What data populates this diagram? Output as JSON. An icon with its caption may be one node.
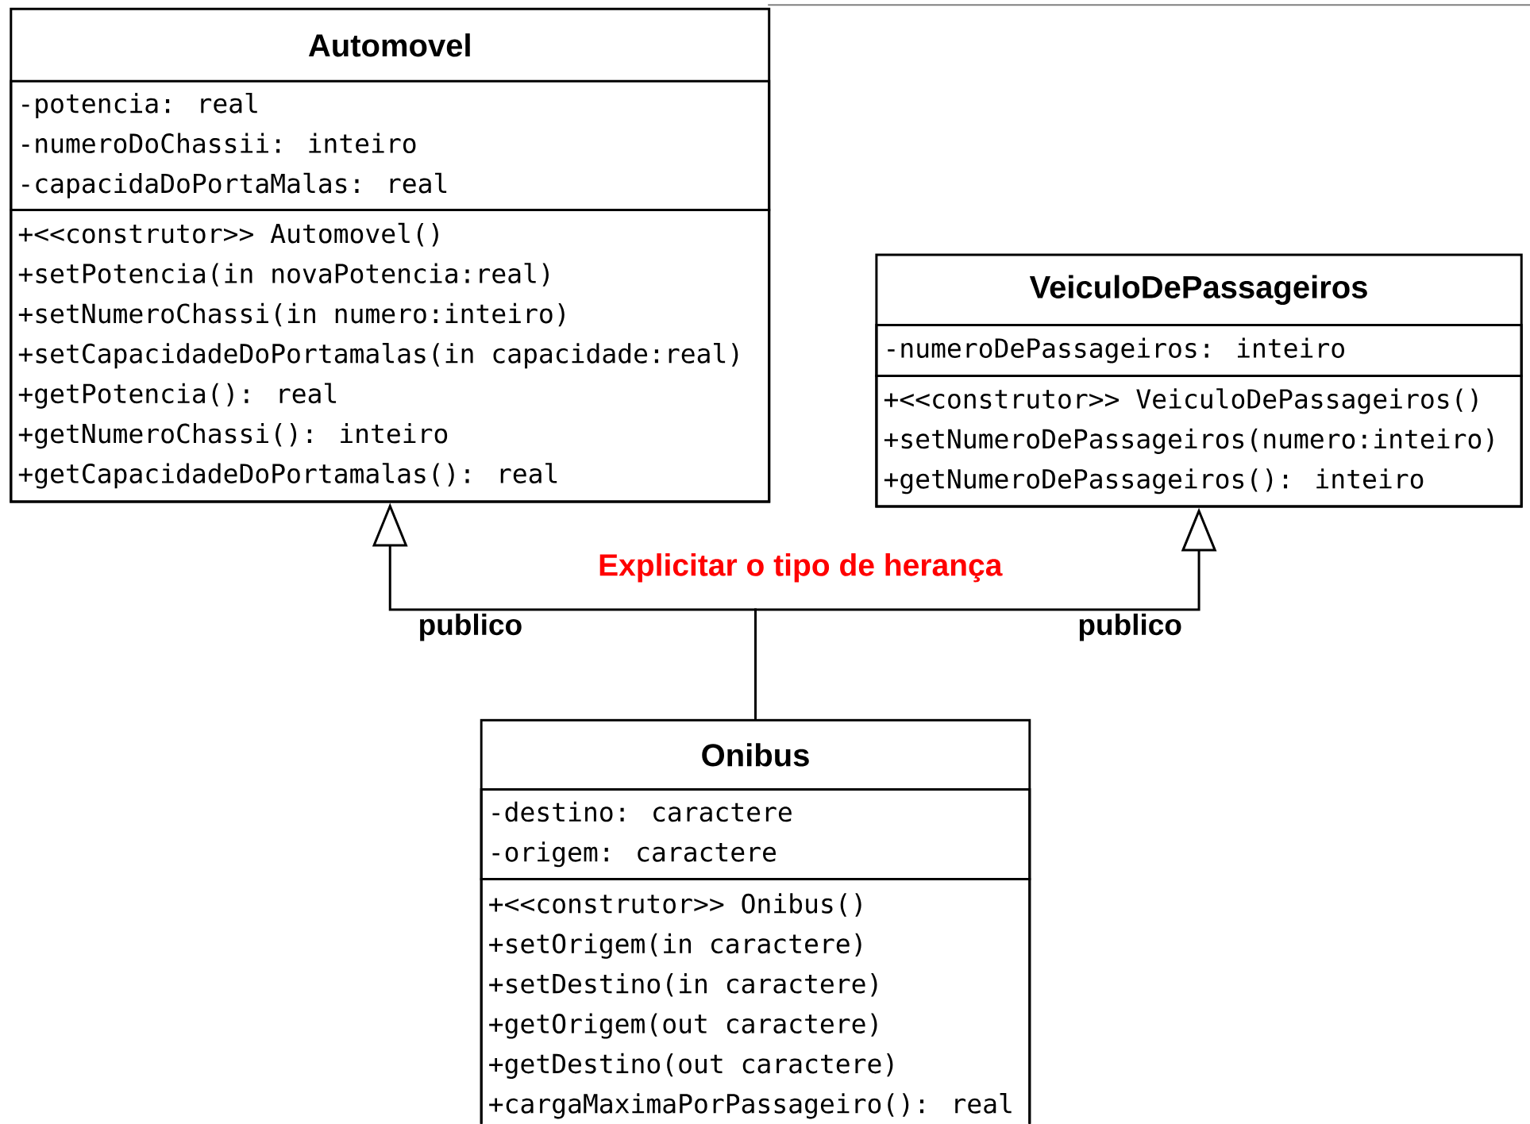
{
  "diagram": {
    "nodes": [
      {
        "text": [
          "Automovel"
        ]
      },
      {
        "text": [
          "-potencia: real",
          "-numeroDoChassii: inteiro",
          "-capacidaDoPortaMalas: real"
        ],
        "in": 0
      },
      {
        "text": [
          "+<<construtor>> Automovel()",
          "+setPotencia(in novaPotencia:real)",
          "+setNumeroChassi(in numero:inteiro)",
          "+setCapacidadeDoPortamalas(in capacidade:real)",
          "+getPotencia(): real",
          "+getNumeroChassi(): inteiro",
          "+getCapacidadeDoPortamalas(): real"
        ],
        "in": 0
      },
      {
        "text": [
          "VeiculoDePassageiros"
        ]
      },
      {
        "text": [
          "-numeroDePassageiros: inteiro"
        ],
        "in": 3
      },
      {
        "text": [
          "+<<construtor>> VeiculoDePassageiros()",
          "+setNumeroDePassageiros(numero:inteiro)",
          "+getNumeroDePassageiros(): inteiro"
        ],
        "in": 3
      },
      {
        "text": [
          "Onibus"
        ]
      },
      {
        "text": [
          "-destino: caractere",
          "-origem: caractere"
        ],
        "in": 6
      },
      {
        "text": [
          "+<<construtor>> Onibus()",
          "+setOrigem(in caractere)",
          "+setDestino(in caractere)",
          "+getOrigem(out caractere)",
          "+getDestino(out caractere)",
          "+cargaMaximaPorPassageiro(): real"
        ],
        "in": 6
      }
    ],
    "edges": [
      {
        "from": 6,
        "to": 0,
        "arrow": "to",
        "label": "publico"
      },
      {
        "from": 6,
        "to": 3,
        "arrow": "to",
        "label": "publico"
      }
    ],
    "labels": [
      "Explicitar o tipo de herança"
    ]
  }
}
